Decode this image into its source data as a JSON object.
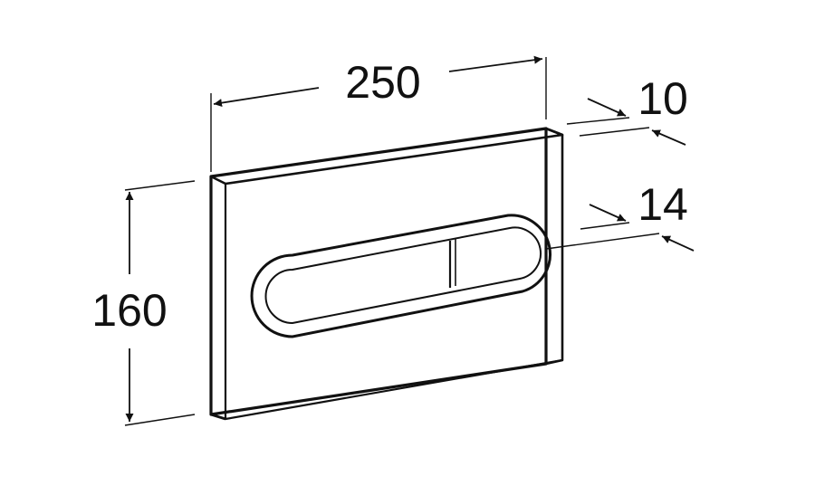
{
  "diagram": {
    "subject": "flush plate",
    "dimensions": {
      "width": "250",
      "height": "160",
      "plate_thickness": "10",
      "button_projection": "14"
    },
    "colors": {
      "line": "#111111",
      "background": "#ffffff"
    }
  }
}
